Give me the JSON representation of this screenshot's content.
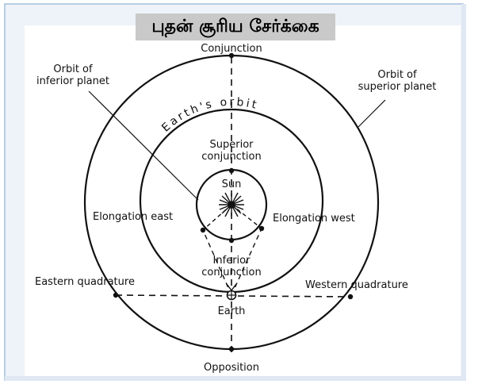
{
  "title": "புதன் சூரிய சேர்க்கை",
  "labels": {
    "conjunction": "Conjunction",
    "orbit_inferior": "Orbit of\ninferior planet",
    "orbit_superior": "Orbit of\nsuperior planet",
    "earth_orbit": "Earth's orbit",
    "superior_conjunction": "Superior\nconjunction",
    "sun": "Sun",
    "elongation_east": "Elongation east",
    "elongation_west": "Elongation west",
    "inferior_conjunction": "Inferior\nconjunction",
    "eastern_quadrature": "Eastern quadrature",
    "western_quadrature": "Western quadrature",
    "earth": "Earth",
    "opposition": "Opposition"
  },
  "colors": {
    "frame_blue": "#a8c4e0",
    "title_bg": "#c9c9c9",
    "ink": "#111111"
  }
}
